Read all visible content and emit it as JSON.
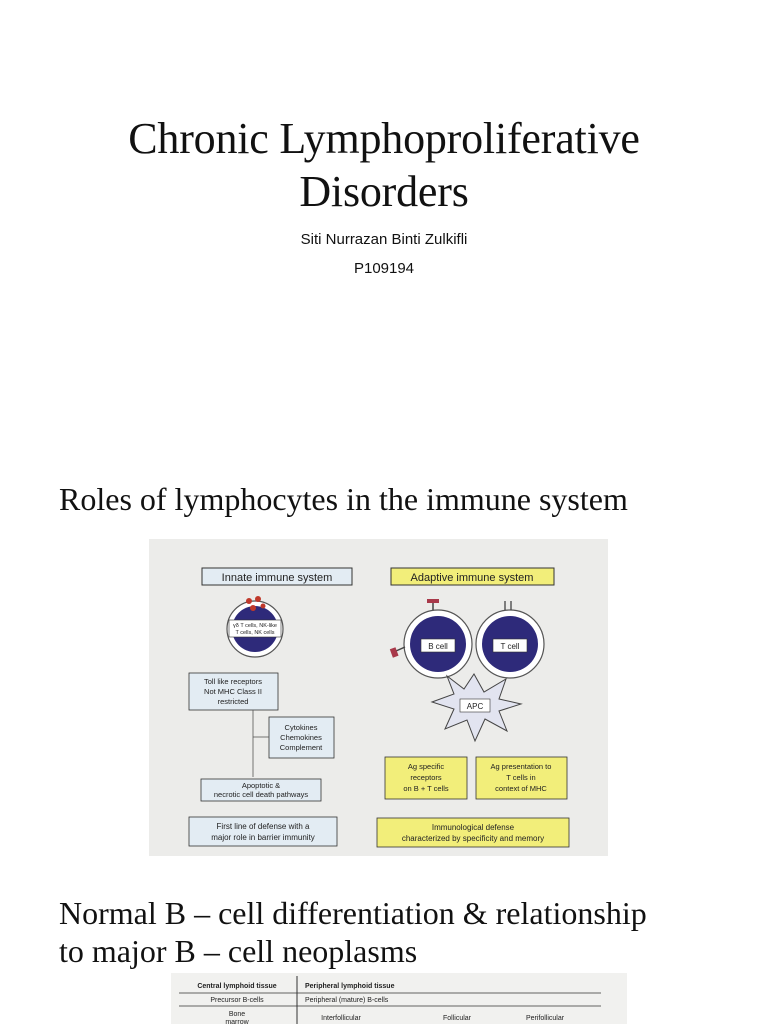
{
  "slide1": {
    "title_line1": "Chronic Lymphoproliferative",
    "title_line2": "Disorders",
    "author": "Siti Nurrazan Binti Zulkifli",
    "student_id": "P109194"
  },
  "slide2": {
    "title": "Roles of lymphocytes in the immune system",
    "diagram": {
      "innate_header": "Innate immune system",
      "adaptive_header": "Adaptive immune system",
      "innate_cell_line1": "γδ T cells, NK-like",
      "innate_cell_line2": "T cells, NK cells",
      "b_cell": "B cell",
      "t_cell": "T cell",
      "apc": "APC",
      "toll_line1": "Toll like receptors",
      "toll_line2": "Not MHC Class II",
      "toll_line3": "restricted",
      "cyto_line1": "Cytokines",
      "cyto_line2": "Chemokines",
      "cyto_line3": "Complement",
      "apop_line1": "Apoptotic &",
      "apop_line2": "necrotic cell death pathways",
      "first_line1": "First line of defense with a",
      "first_line2": "major role in barrier immunity",
      "ag_spec_line1": "Ag specific",
      "ag_spec_line2": "receptors",
      "ag_spec_line3": "on B + T cells",
      "ag_pres_line1": "Ag presentation to",
      "ag_pres_line2": "T cells in",
      "ag_pres_line3": "context of MHC",
      "immuno_line1": "Immunological defense",
      "immuno_line2": "characterized by specificity and memory"
    }
  },
  "slide3": {
    "title_line1": "Normal B – cell differentiation & relationship",
    "title_line2": "to major B – cell neoplasms",
    "table": {
      "header_central": "Central lymphoid tissue",
      "header_peripheral": "Peripheral lymphoid tissue",
      "row1_left": "Precursor B-cells",
      "row1_right": "Peripheral (mature) B-cells",
      "row2_left_line1": "Bone",
      "row2_left_line2": "marrow",
      "row2_col1": "Interfollicular",
      "row2_col2": "Follicular",
      "row2_col3": "Perifollicular"
    }
  },
  "colors": {
    "diagram_bg": "#ececea",
    "innate_fill": "#e3ecf3",
    "adaptive_fill": "#f2ee7a",
    "cell_nucleus": "#2e2a7a",
    "apc_fill": "#e2e4f0"
  }
}
